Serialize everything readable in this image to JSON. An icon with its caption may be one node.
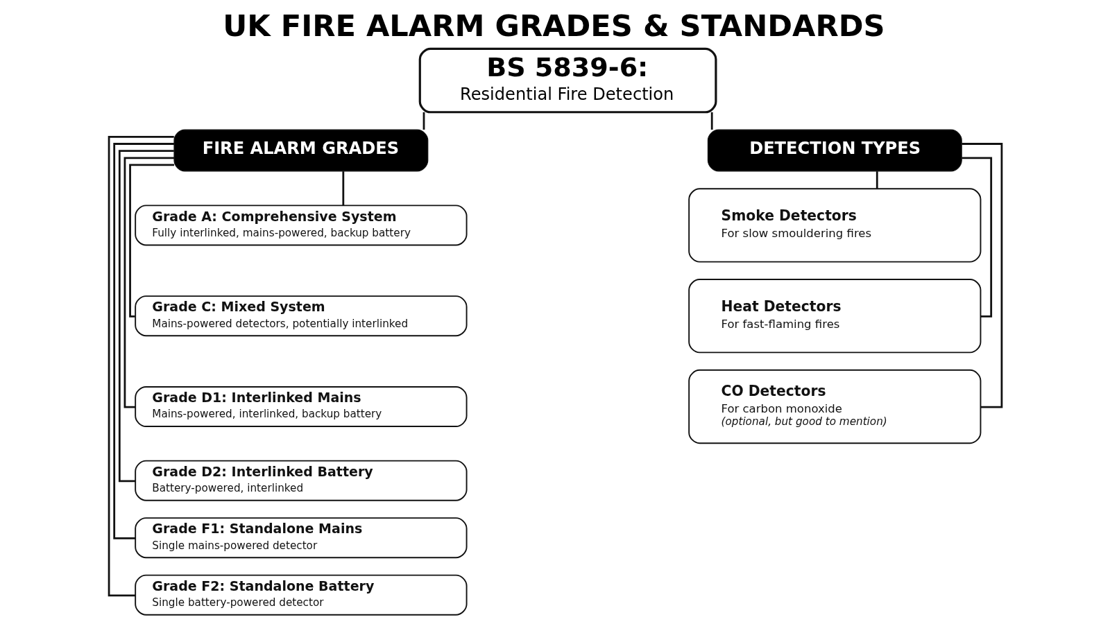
{
  "diagram": {
    "title": "UK FIRE ALARM GRADES & STANDARDS",
    "nodes": [
      {
        "text": [
          "BS 5839-6:",
          "Residential Fire Detection"
        ]
      },
      {
        "text": [
          "FIRE ALARM GRADES"
        ]
      },
      {
        "text": [
          "Grade A: Comprehensive System",
          "Fully interlinked, mains-powered, backup battery"
        ]
      },
      {
        "text": [
          "Grade C: Mixed System",
          "Mains-powered detectors, potentially interlinked"
        ]
      },
      {
        "text": [
          "Grade D1: Interlinked Mains",
          "Mains-powered, interlinked, backup battery"
        ]
      },
      {
        "text": [
          "Grade D2: Interlinked Battery",
          "Battery-powered, interlinked"
        ]
      },
      {
        "text": [
          "Grade F1: Standalone Mains",
          "Single mains-powered detector"
        ]
      },
      {
        "text": [
          "Grade F2: Standalone Battery",
          "Single battery-powered detector"
        ]
      },
      {
        "text": [
          "DETECTION TYPES"
        ]
      },
      {
        "text": [
          "Smoke Detectors",
          "For slow smouldering fires"
        ]
      },
      {
        "text": [
          "Heat Detectors",
          "For fast-flaming fires"
        ]
      },
      {
        "text": [
          "CO Detectors",
          "For carbon monoxide",
          "(optional, but good to mention)"
        ]
      }
    ],
    "edges": [
      {
        "from": 0,
        "to": 1,
        "arrow": "none"
      },
      {
        "from": 0,
        "to": 8,
        "arrow": "none"
      },
      {
        "from": 1,
        "to": 2,
        "arrow": "none"
      },
      {
        "from": 1,
        "to": 3,
        "arrow": "none"
      },
      {
        "from": 1,
        "to": 4,
        "arrow": "none"
      },
      {
        "from": 1,
        "to": 5,
        "arrow": "none"
      },
      {
        "from": 1,
        "to": 6,
        "arrow": "none"
      },
      {
        "from": 1,
        "to": 7,
        "arrow": "none"
      },
      {
        "from": 8,
        "to": 9,
        "arrow": "none"
      },
      {
        "from": 8,
        "to": 10,
        "arrow": "none"
      },
      {
        "from": 8,
        "to": 11,
        "arrow": "none"
      }
    ]
  }
}
